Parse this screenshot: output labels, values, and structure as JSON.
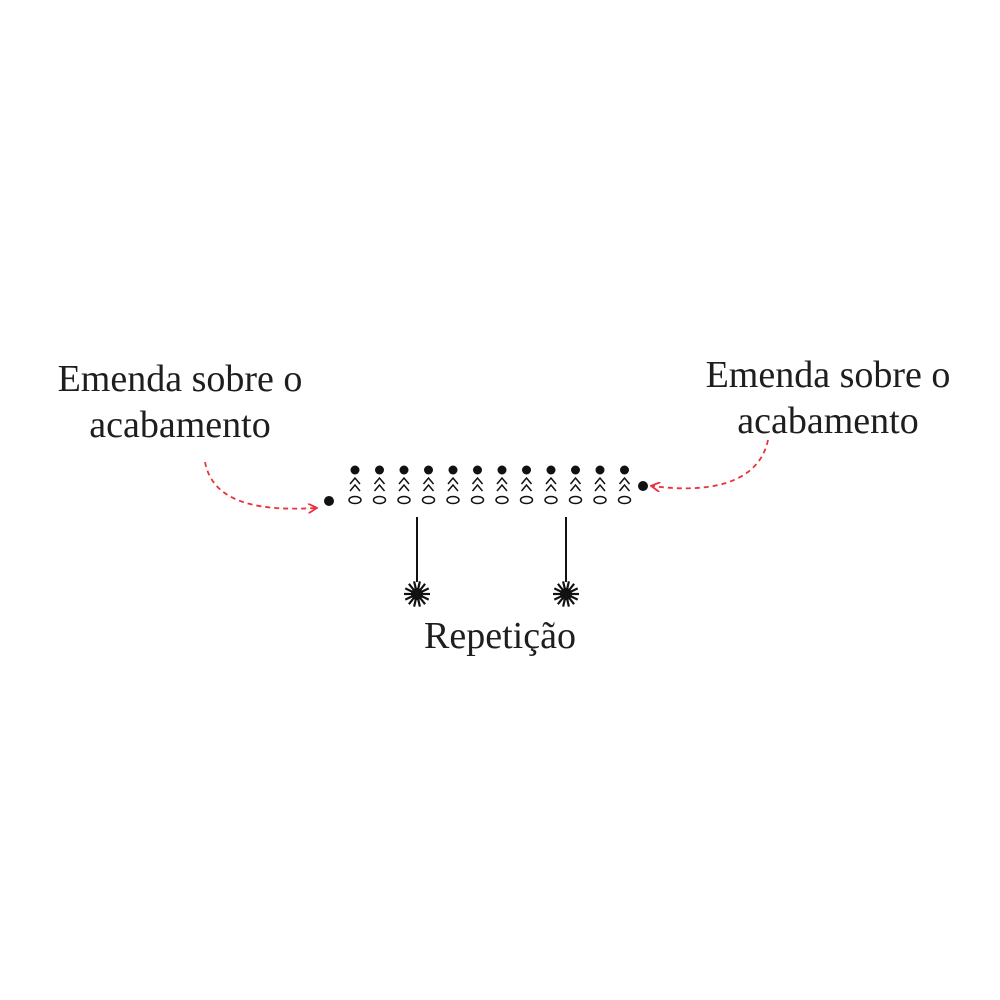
{
  "labels": {
    "left_line1": "Emenda sobre o",
    "left_line2": "acabamento",
    "right_line1": "Emenda sobre o",
    "right_line2": "acabamento",
    "bottom": "Repetição"
  },
  "colors": {
    "arrow": "#e8323c",
    "stitch": "#111111",
    "text": "#1e1e1e"
  },
  "stitch_row": {
    "count": 12
  },
  "icons": {
    "slip_stitch": "filled-dot",
    "single_crochet_increase": "caret-pair",
    "chain": "oval",
    "repeat_marker": "starburst"
  }
}
